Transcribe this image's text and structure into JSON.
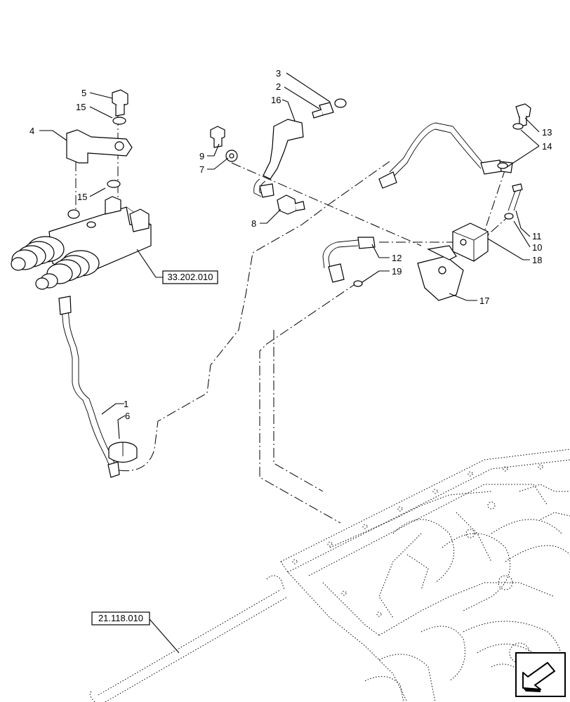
{
  "callouts": [
    {
      "label": "1"
    },
    {
      "label": "2"
    },
    {
      "label": "3"
    },
    {
      "label": "4"
    },
    {
      "label": "5"
    },
    {
      "label": "6"
    },
    {
      "label": "7"
    },
    {
      "label": "8"
    },
    {
      "label": "9"
    },
    {
      "label": "10"
    },
    {
      "label": "11"
    },
    {
      "label": "12"
    },
    {
      "label": "13"
    },
    {
      "label": "14"
    },
    {
      "label": "15"
    },
    {
      "label": "15"
    },
    {
      "label": "16"
    },
    {
      "label": "17"
    },
    {
      "label": "18"
    },
    {
      "label": "19"
    }
  ],
  "references": {
    "ref_valve": "33.202.010",
    "ref_housing": "21.118.010"
  },
  "nav_icon": "next-page-arrow-icon"
}
